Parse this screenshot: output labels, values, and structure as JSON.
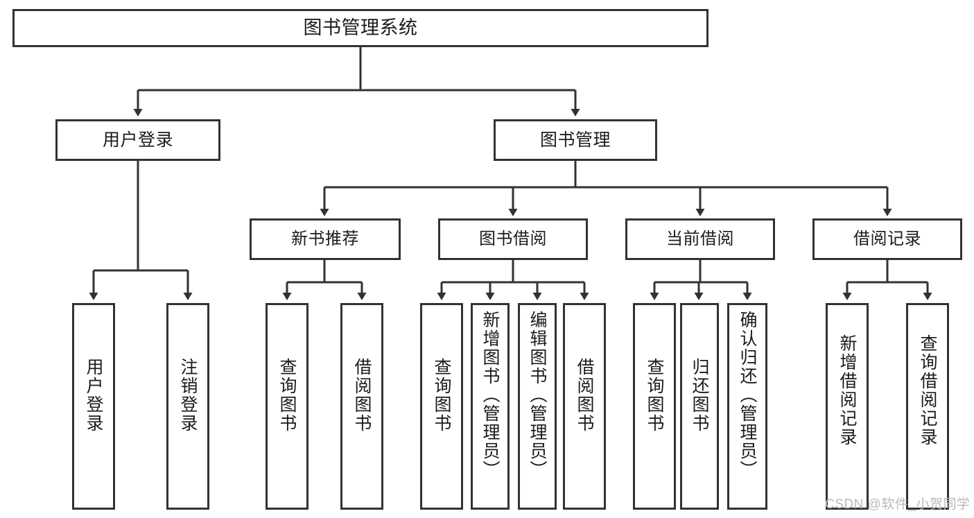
{
  "diagram": {
    "type": "hierarchy-tree",
    "title": "图书管理系统",
    "root": {
      "label": "图书管理系统"
    },
    "level2": [
      {
        "label": "用户登录"
      },
      {
        "label": "图书管理"
      }
    ],
    "level3": [
      {
        "label": "新书推荐"
      },
      {
        "label": "图书借阅"
      },
      {
        "label": "当前借阅"
      },
      {
        "label": "借阅记录"
      }
    ],
    "leaves": {
      "user_login": [
        {
          "label": "用户登录"
        },
        {
          "label": "注销登录"
        }
      ],
      "new_book_recommend": [
        {
          "label": "查询图书"
        },
        {
          "label": "借阅图书"
        }
      ],
      "book_borrow": [
        {
          "label": "查询图书"
        },
        {
          "label": "新增图书（管理员）"
        },
        {
          "label": "编辑图书（管理员）"
        },
        {
          "label": "借阅图书"
        }
      ],
      "current_borrow": [
        {
          "label": "查询图书"
        },
        {
          "label": "归还图书"
        },
        {
          "label": "确认归还（管理员）"
        }
      ],
      "borrow_record": [
        {
          "label": "新增借阅记录"
        },
        {
          "label": "查询借阅记录"
        }
      ]
    },
    "watermark": "CSDN @软件_小贺同学",
    "colors": {
      "stroke": "#33322f",
      "background": "#ffffff",
      "text": "#1b1b1b",
      "watermark": "#b9b9b9"
    }
  }
}
